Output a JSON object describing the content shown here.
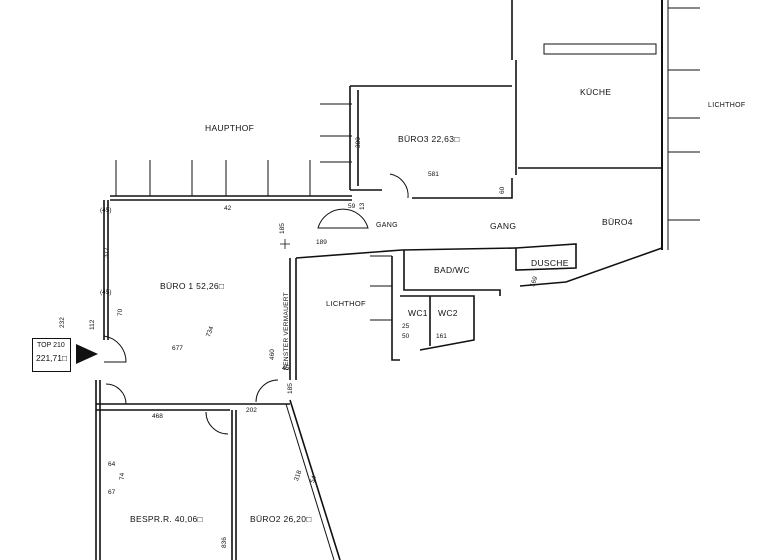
{
  "rooms": {
    "hauptLabel": "HAUPTHOF",
    "kueche": "KÜCHE",
    "lichthofRight": "LICHTHOF",
    "buero3": "BÜRO3  22,63□",
    "buero4": "BÜRO4",
    "gangLeft": "GANG",
    "gangRight": "GANG",
    "badwc": "BAD/WC",
    "dusche": "DUSCHE",
    "buero1": "BÜRO 1  52,26□",
    "lichthofMid": "LICHTHOF",
    "wc1": "WC1",
    "wc2": "WC2",
    "fenster": "FENSTER  VERMAUERT",
    "bespr": "BESPR.R.  40,06□",
    "buero2": "BÜRO2  26,20□"
  },
  "topBox": {
    "line1": "TOP 210",
    "line2": "221,71□"
  },
  "dims": {
    "d380": "380",
    "d581": "581",
    "d59": "59",
    "d13": "13",
    "d60": "60",
    "d42": "42",
    "d185": "185",
    "d189": "189",
    "d45a": "(45)",
    "d377": "377",
    "d45b": "(45)",
    "d70": "70",
    "d112": "112",
    "d232": "232",
    "d734": "734",
    "d677": "677",
    "d460": "460",
    "d45c": "45",
    "d185b": "185",
    "d468": "468",
    "d202": "202",
    "d169": "169",
    "d25": "25",
    "d50": "50",
    "d161": "161",
    "d64": "64",
    "d74": "74",
    "d67": "67",
    "d318": "318",
    "d54": "54",
    "d836": "836"
  }
}
